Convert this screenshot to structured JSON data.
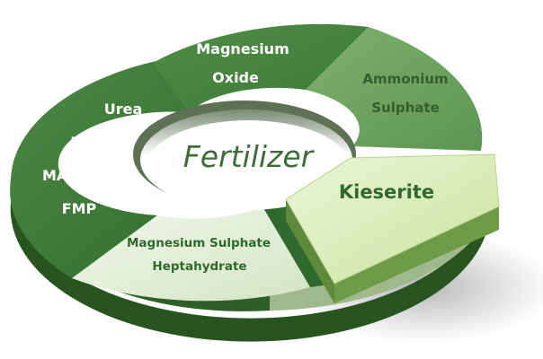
{
  "center": {
    "label": "Fertilizer"
  },
  "segments": [
    {
      "id": "magnesium-oxide",
      "lines": [
        "Magnesium",
        "Oxide"
      ]
    },
    {
      "id": "ammonium-sulphate",
      "lines": [
        "Ammonium",
        "Sulphate"
      ]
    },
    {
      "id": "kieserite",
      "lines": [
        "Kieserite"
      ],
      "highlighted": true
    },
    {
      "id": "magnesium-sulphate-heptahydrate",
      "lines": [
        "Magnesium Sulphate",
        "Heptahydrate"
      ]
    },
    {
      "id": "mixed",
      "lines": [
        "Urea",
        "DAP",
        "MAP",
        "FMP"
      ]
    }
  ],
  "colors": {
    "dark_green": "#3f7a3a",
    "mid_green": "#5f9a55",
    "light_green": "#e4efd9",
    "kieserite_fill": "#d7ebb5",
    "label_dark": "#356a2f",
    "label_light": "#ffffff"
  }
}
